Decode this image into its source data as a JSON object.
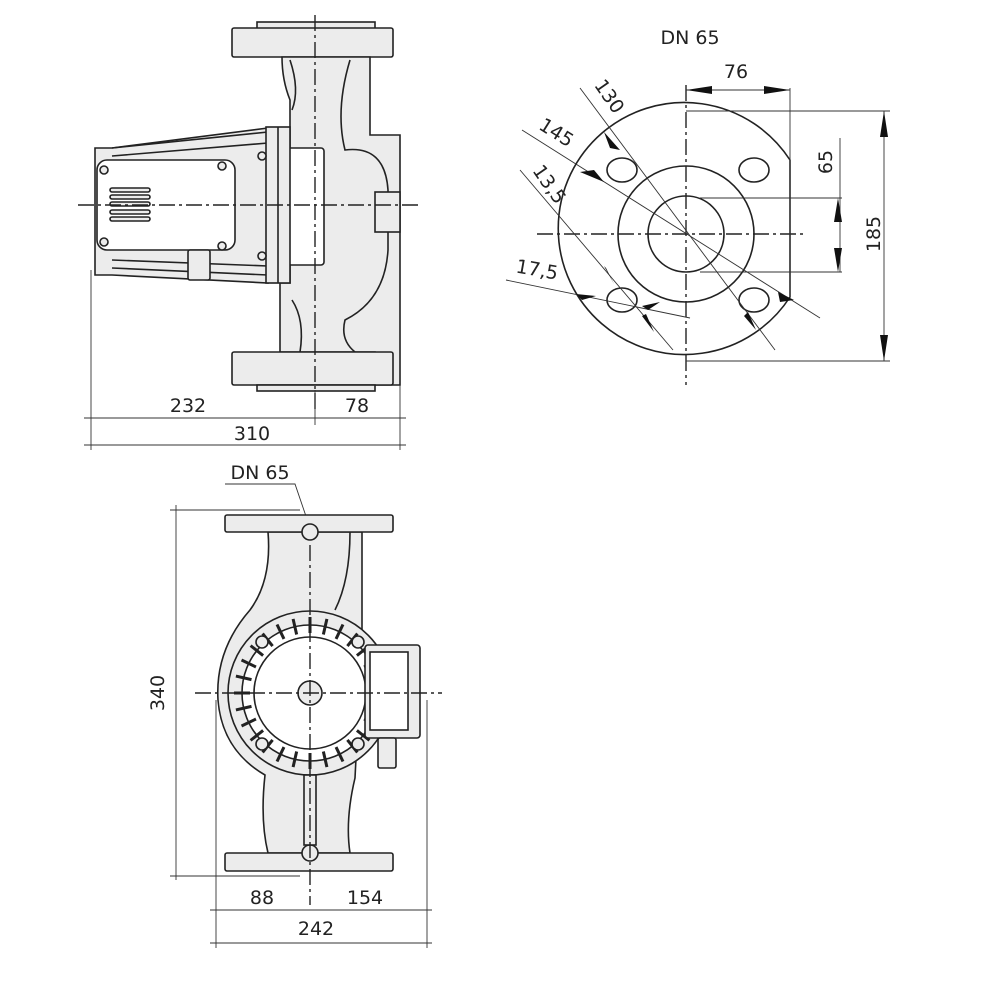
{
  "side_view": {
    "dim_motor_length": "232",
    "dim_pipe_offset": "78",
    "dim_total_length": "310"
  },
  "flange_view": {
    "title": "DN 65",
    "dim_bolt_circle": "130",
    "dim_flange_circle": "145",
    "dim_hole_small": "13,5",
    "dim_hole_large": "17,5",
    "dim_half_width": "76",
    "dim_hole_spacing": "65",
    "dim_flange_diameter": "185"
  },
  "front_view": {
    "connection_label": "DN 65",
    "dim_height": "340",
    "dim_left": "88",
    "dim_right": "154",
    "dim_total_width": "242"
  }
}
